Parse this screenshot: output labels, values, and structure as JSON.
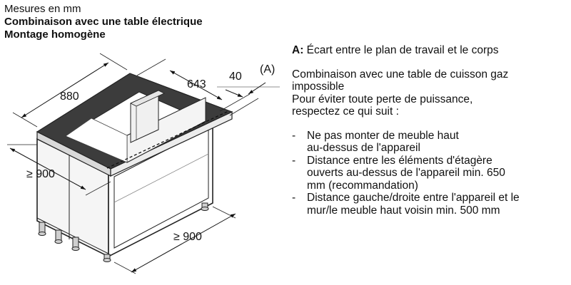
{
  "header": {
    "units": "Mesures en mm",
    "title_line1": "Combinaison avec une table électrique",
    "title_line2": "Montage homogène"
  },
  "dimensions": {
    "depth": "880",
    "width_cutout": "643",
    "gap": "40",
    "marker": "(A)",
    "cabinet_depth_min": "≥ 900",
    "cabinet_width_min": "≥ 900"
  },
  "legend": {
    "key": "A:",
    "text": "Écart entre le plan de travail et le corps"
  },
  "notes": {
    "line1": "Combinaison avec une table de cuisson gaz",
    "line2": "impossible",
    "line3": "Pour éviter toute perte de puissance,",
    "line4": "respectez ce qui suit :",
    "items": [
      [
        "Ne pas monter de meuble haut",
        "au-dessus de l'appareil"
      ],
      [
        "Distance entre les éléments d'étagère",
        "ouverts au-dessus de l'appareil min. 650",
        "mm (recommandation)"
      ],
      [
        "Distance gauche/droite entre l'appareil et le",
        "mur/le meuble haut voisin min. 500 mm"
      ]
    ],
    "bullet": "-"
  }
}
